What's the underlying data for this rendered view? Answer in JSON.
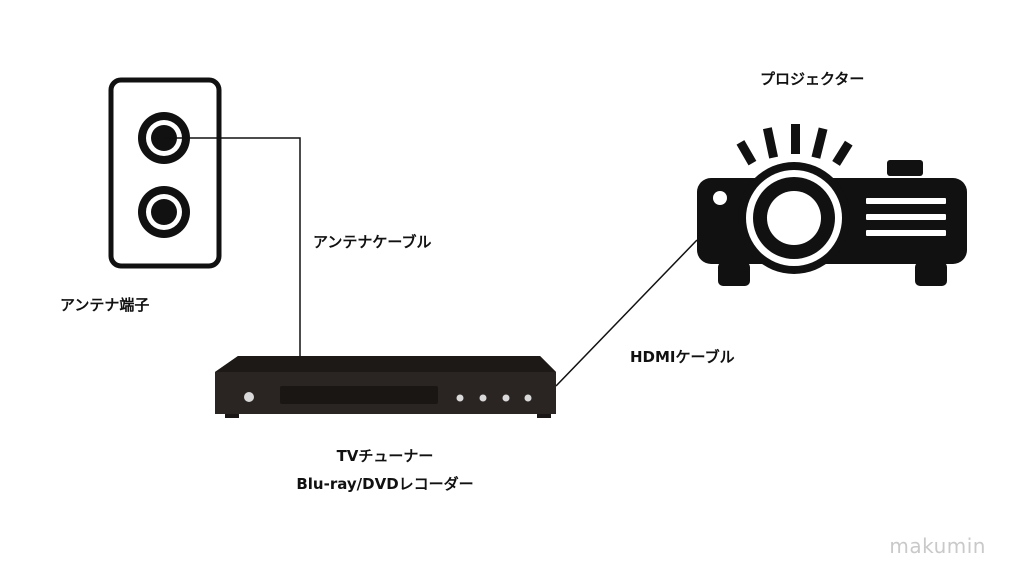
{
  "labels": {
    "antenna_cable": "アンテナケーブル",
    "antenna_terminal": "アンテナ端子",
    "hdmi_cable": "HDMIケーブル",
    "projector": "プロジェクター",
    "tuner_line1": "TVチューナー",
    "tuner_line2": "Blu-ray/DVDレコーダー"
  },
  "watermark": "makumin",
  "icons": [
    "antenna-terminal-icon",
    "tuner-recorder-icon",
    "projector-icon"
  ],
  "colors": {
    "device": "#111111",
    "device_front": "#2a2522",
    "background": "#ffffff",
    "watermark": "#c9c9c9"
  }
}
